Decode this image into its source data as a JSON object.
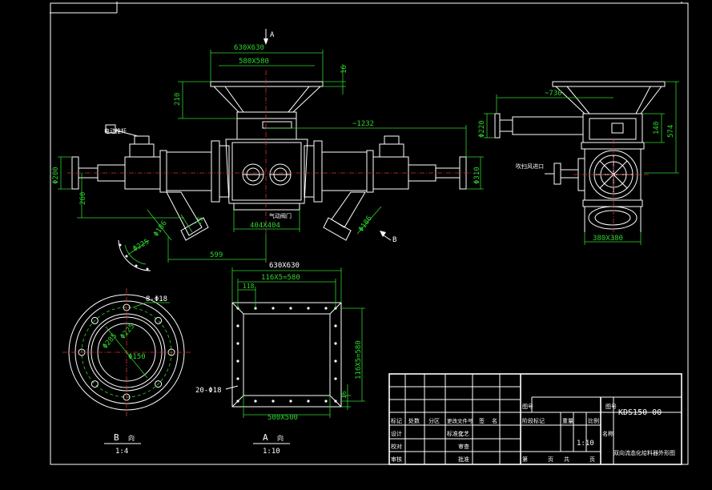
{
  "colors": {
    "background": "#000000",
    "outline": "#ffffff",
    "dimension": "#2fd52f",
    "centerline": "#d83030"
  },
  "front_view": {
    "arrow_a": "A",
    "arrow_b": "B",
    "dims": {
      "top_flange_outer": "630X630",
      "top_flange_inner": "580X580",
      "flange_thk": "16",
      "hopper_h": "210",
      "span": "~1232",
      "left_dia": "Φ200",
      "right_dia": "Φ310",
      "left_h": "260",
      "outlet_dia": "Φ186",
      "angle": "25",
      "bottom_sq": "404X404",
      "offset": "599",
      "bolt_circle": "Φ225",
      "outlet_dia_r": "Φ186"
    },
    "labels": {
      "left_motor": "电动推杆",
      "center_note": "气动阀门"
    }
  },
  "side_view": {
    "dims": {
      "length": "~730",
      "pipe_dia": "Φ220",
      "h1": "140",
      "h2": "574",
      "bottom_sq": "380X380"
    },
    "labels": {
      "air_inlet": "吹扫风进口"
    }
  },
  "view_a": {
    "dims": {
      "outer": "630X630",
      "spacing_h": "116X5=580",
      "edge": "118",
      "spacing_v": "116X5=580",
      "holes": "20-Φ18",
      "inner": "500X500",
      "small": "16"
    },
    "title": "A",
    "title_suffix": "向",
    "scale": "1:10"
  },
  "view_b": {
    "dims": {
      "holes": "8-Φ18",
      "d1": "Φ285",
      "d2": "Φ225",
      "d3": "Φ150"
    },
    "title": "B",
    "title_suffix": "向",
    "scale": "1:4"
  },
  "title_block": {
    "drawing_no_label": "图号",
    "drawing_no": "KDS150-00",
    "name_label": "名称",
    "name": "双向流态化给料器外形图",
    "cols": [
      "标记",
      "处数",
      "分区",
      "更改文件号",
      "签",
      "名"
    ],
    "rows": [
      "设计",
      "校对",
      "审核"
    ],
    "rows2": [
      "标准化",
      "工艺",
      "审查",
      "批准"
    ],
    "stage_label": "阶段标记",
    "weight_label": "重量",
    "scale_label": "比例",
    "scale": "1:10",
    "sheets": [
      "第",
      "页",
      "共",
      "页"
    ]
  }
}
